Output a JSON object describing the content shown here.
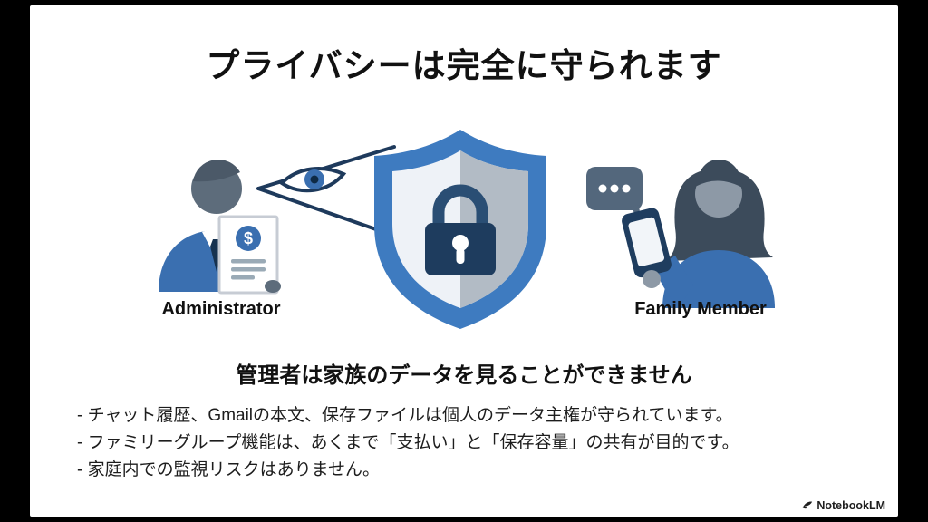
{
  "slide": {
    "title": "プライバシーは完全に守られます",
    "diagram": {
      "admin_label": "Administrator",
      "family_label": "Family Member",
      "dollar_sign": "$"
    },
    "subtitle": "管理者は家族のデータを見ることができません",
    "bullets": [
      "- チャット履歴、Gmailの本文、保存ファイルは個人のデータ主権が守られています。",
      "- ファミリーグループ機能は、あくまで「支払い」と「保存容量」の共有が目的です。",
      "- 家庭内での監視リスクはありません。"
    ],
    "watermark": "NotebookLM",
    "colors": {
      "shield_blue": "#3e7bc0",
      "lock_navy": "#1e3c5e",
      "figure_blue": "#3a6fb0",
      "skin_gray": "#5d6c7b"
    }
  }
}
